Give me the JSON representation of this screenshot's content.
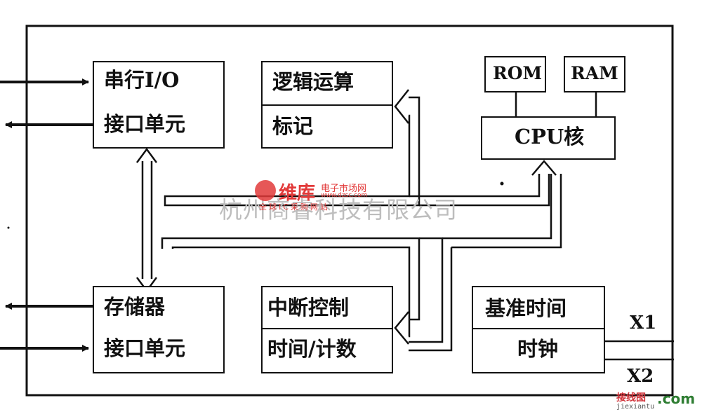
{
  "blocks": {
    "serial_io": {
      "line1": "串行I/O",
      "line2": "接口单元"
    },
    "logic": {
      "line1": "逻辑运算",
      "line2": "标记"
    },
    "rom": "ROM",
    "ram": "RAM",
    "cpu_core": "CPU核",
    "memory_if": {
      "line1": "存储器",
      "line2": "接口单元"
    },
    "interrupt": {
      "line1": "中断控制",
      "line2": "时间/计数"
    },
    "clock": {
      "line1": "基准时间",
      "line2": "时钟"
    }
  },
  "pins": {
    "x1": "X1",
    "x2": "X2"
  },
  "watermarks": {
    "company": "杭州商睿科技有限公司",
    "logo_main": "维库",
    "logo_sub": "电子市场网",
    "logo_domain": "www.dzsc.com",
    "logo_tagline": "全球IC采购网站",
    "corner_site": "接线图",
    "corner_domain": ".com",
    "corner_url": "jiexiantu"
  }
}
